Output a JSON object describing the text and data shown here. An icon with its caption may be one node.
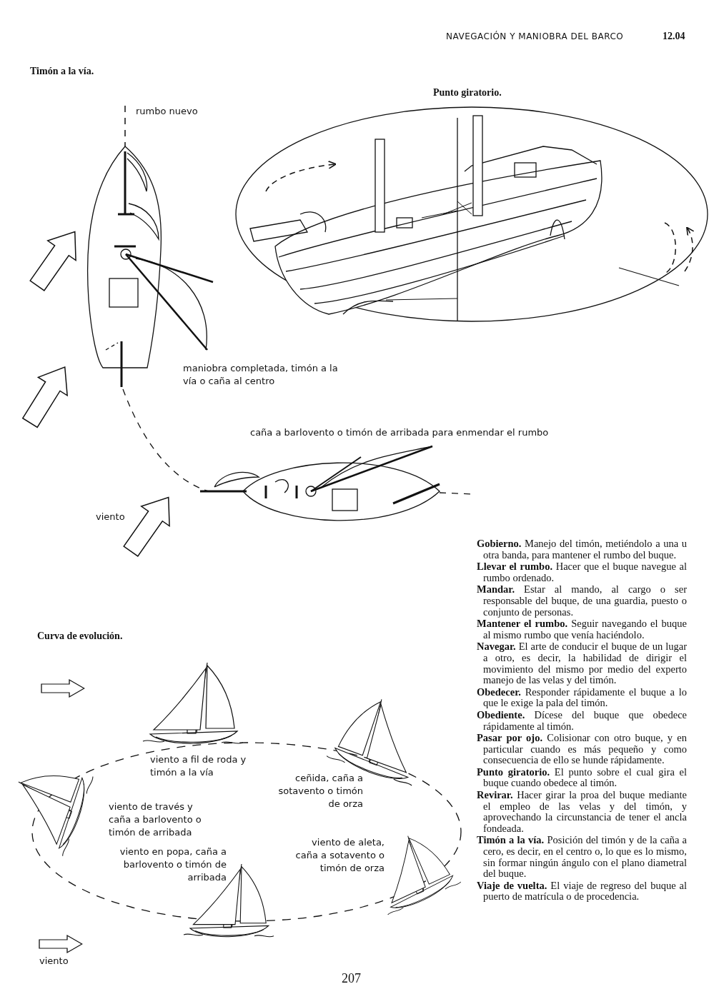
{
  "diagram": {
    "labels": [
      "NAVEGACIÓN Y MANIOBRA DEL BARCO",
      "12.04",
      "Timón a la vía.",
      "Punto giratorio.",
      "rumbo nuevo",
      "maniobra completada, timón a la vía o caña al centro",
      "caña a barlovento o timón de arribada para enmendar el rumbo",
      "viento",
      "Curva de evolución.",
      "viento a fil de roda y timón a la vía",
      "ceñida, caña a sotavento o timón de orza",
      "viento de través y caña a barlovento o timón de arribada",
      "viento de aleta, caña a sotavento o timón de orza",
      "viento en popa, caña a barlovento o timón de arribada",
      "viento",
      "**Gobierno.** Manejo del timón, metiéndolo a una u otra banda, para mantener el rumbo del buque.",
      "**Llevar el rumbo.** Hacer que el buque navegue al rumbo ordenado.",
      "**Mandar.** Estar al mando, al cargo o ser responsable del buque, de una guardia, puesto o conjunto de personas.",
      "**Mantener el rumbo.** Seguir navegando el buque al mismo rumbo que venía haciéndolo.",
      "**Navegar.** El arte de conducir el buque de un lugar a otro, es decir, la habilidad de dirigir el movimiento del mismo por medio del experto manejo de las velas y del timón.",
      "**Obedecer.** Responder rápidamente el buque a lo que le exige la pala del timón.",
      "**Obediente.** Dícese del buque que obedece rápidamente al timón.",
      "**Pasar por ojo.** Colisionar con otro buque, y en particular cuando es más pequeño y como consecuencia de ello se hunde rápidamente.",
      "**Punto giratorio.** El punto sobre el cual gira el buque cuando obedece al timón.",
      "**Revirar.** Hacer girar la proa del buque mediante el empleo de las velas y del timón, y aprovechando la circunstancia de tener el ancla fondeada.",
      "**Timón a la vía.** Posición del timón y de la caña a cero, es decir, en el centro o, lo que es lo mismo, sin formar ningún ángulo con el plano diametral del buque.",
      "**Viaje de vuelta.** El viaje de regreso del buque al puerto de matrícula o de procedencia.",
      "207"
    ]
  }
}
